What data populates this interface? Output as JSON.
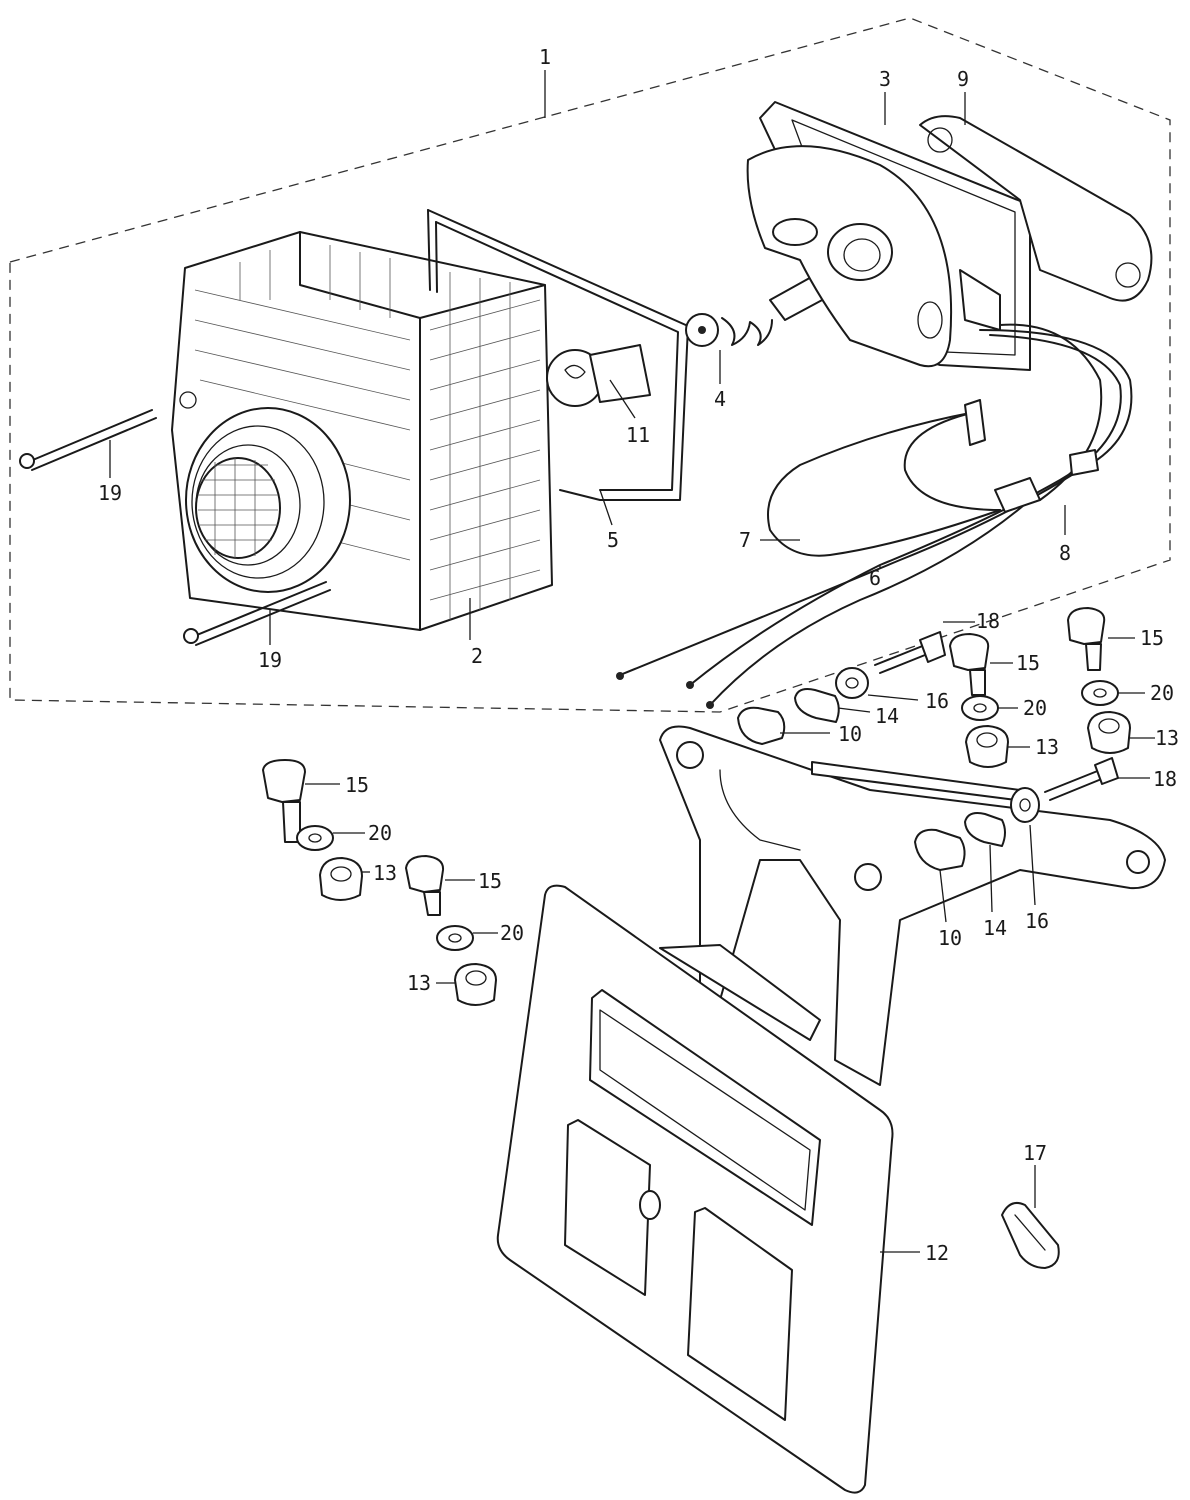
{
  "labels": {
    "l1": "1",
    "l2": "2",
    "l3": "3",
    "l4": "4",
    "l5": "5",
    "l6": "6",
    "l7": "7",
    "l8": "8",
    "l9": "9",
    "l10a": "10",
    "l10b": "10",
    "l11": "11",
    "l12": "12",
    "l13a": "13",
    "l13b": "13",
    "l13c": "13",
    "l13d": "13",
    "l14a": "14",
    "l14b": "14",
    "l15a": "15",
    "l15b": "15",
    "l15c": "15",
    "l15d": "15",
    "l16a": "16",
    "l16b": "16",
    "l17": "17",
    "l18a": "18",
    "l18b": "18",
    "l19a": "19",
    "l19b": "19",
    "l20a": "20",
    "l20b": "20",
    "l20c": "20",
    "l20d": "20"
  }
}
